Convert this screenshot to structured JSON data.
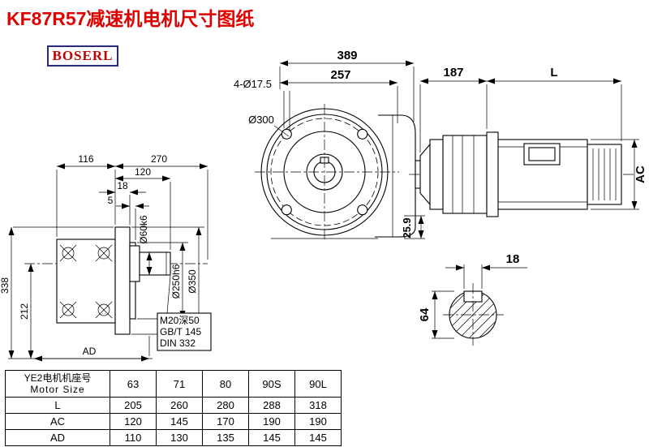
{
  "page": {
    "title": "KF87R57减速机电机尺寸图纸",
    "logo_text": "BOSERL"
  },
  "front_view": {
    "dim_total_width": "389",
    "dim_body_width": "257",
    "bolt_holes": "4-Ø17.5",
    "bolt_circle_dia": "Ø300",
    "dim_offset": "25.9"
  },
  "side_view": {
    "dim_depth1": "116",
    "dim_depth2": "270",
    "dim_shaft_len": "120",
    "dim_flange_thk": "18",
    "dim_spigot": "5",
    "dim_height_total": "338",
    "dim_height_axis": "212",
    "dim_ad": "AD",
    "shaft_dia": "Ø60k6",
    "spigot_dia": "Ø250h6",
    "flange_dia": "Ø350",
    "tap_note1": "M20深50",
    "tap_note2": "GB/T 145",
    "tap_note3": "DIN 332"
  },
  "motor_view": {
    "dim_adapter": "187",
    "dim_motor_len": "L",
    "dim_motor_dia": "AC"
  },
  "shaft_section": {
    "dim_key_width": "18",
    "dim_shaft_height": "64"
  },
  "size_table": {
    "header_line1": "YE2电机机座号",
    "header_line2": "Motor Size",
    "columns": [
      "63",
      "71",
      "80",
      "90S",
      "90L"
    ],
    "rows": [
      {
        "label": "L",
        "values": [
          "205",
          "260",
          "280",
          "288",
          "318"
        ]
      },
      {
        "label": "AC",
        "values": [
          "120",
          "145",
          "170",
          "190",
          "190"
        ]
      },
      {
        "label": "AD",
        "values": [
          "110",
          "130",
          "135",
          "145",
          "145"
        ]
      }
    ]
  }
}
